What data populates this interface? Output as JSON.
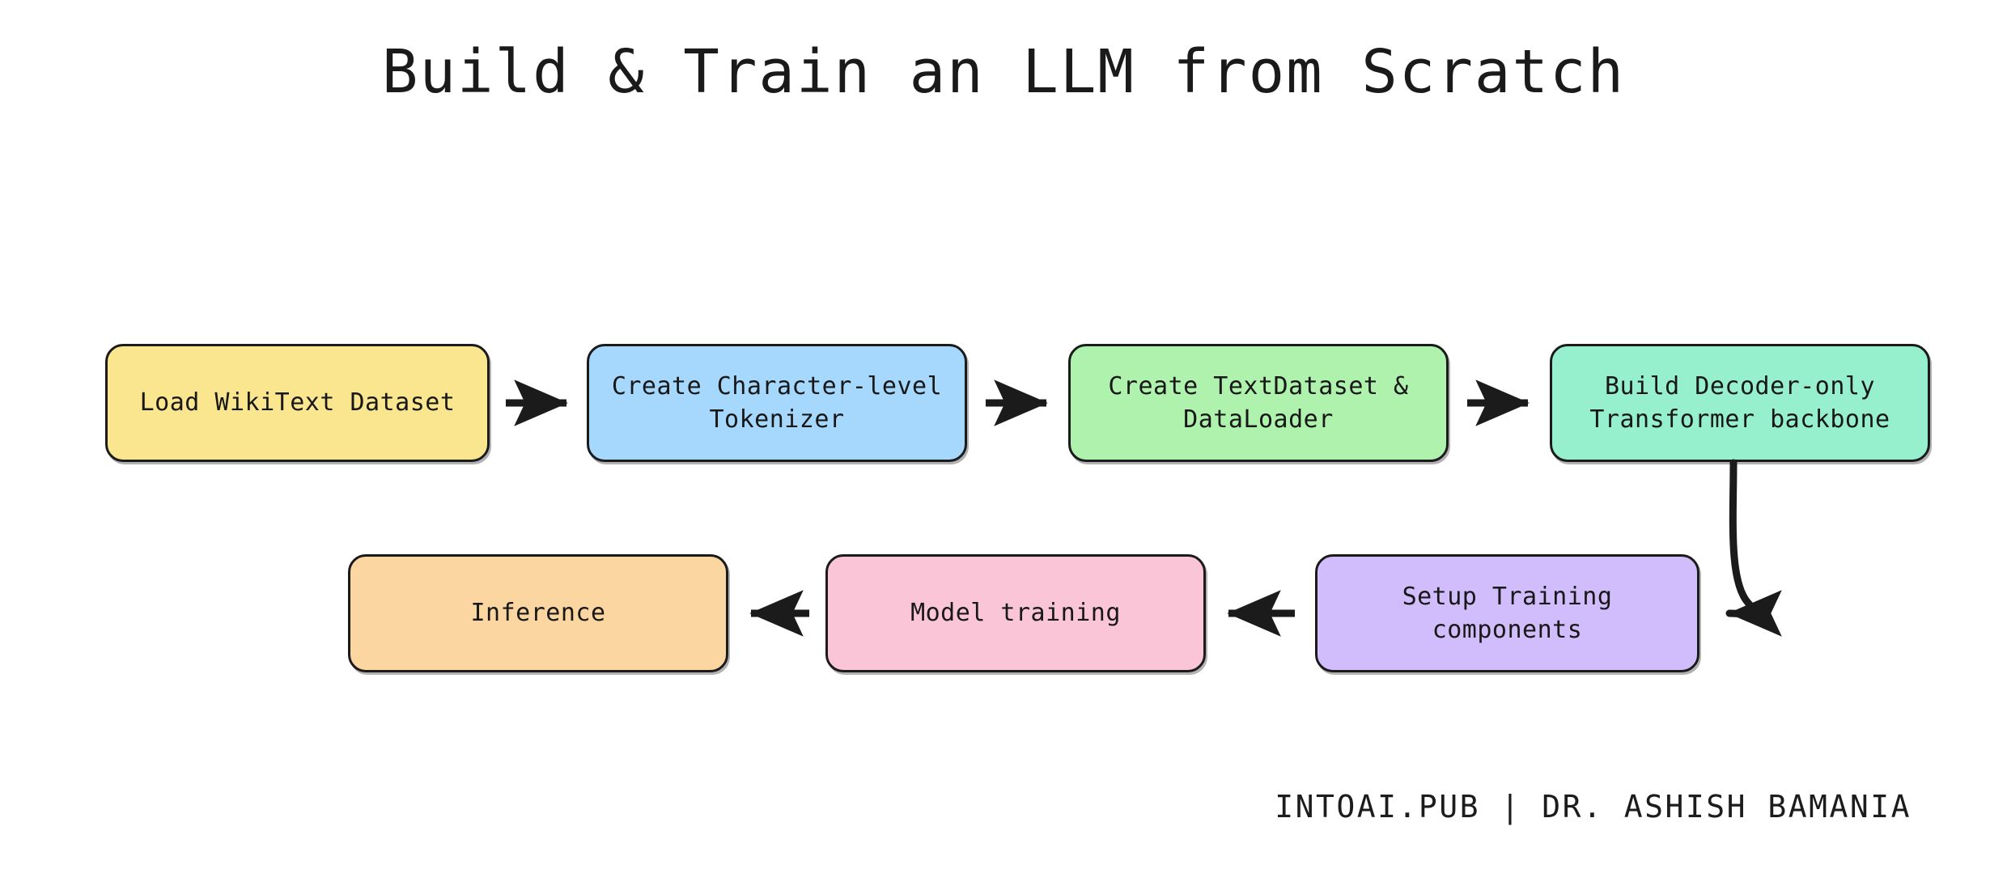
{
  "diagram": {
    "title": "Build & Train an LLM from Scratch",
    "footer": "INTOAI.PUB | DR. ASHISH BAMANIA",
    "background_color": "#ffffff",
    "stroke_color": "#1b1b1b",
    "text_color": "#181818",
    "nodes": [
      {
        "id": "load-wikitext-dataset",
        "label": "Load WikiText Dataset",
        "color": "#fae68f",
        "row": 1,
        "order": 1
      },
      {
        "id": "create-character-level-tokenizer",
        "label": "Create Character-level\nTokenizer",
        "color": "#a6d8fd",
        "row": 1,
        "order": 2
      },
      {
        "id": "create-textdataset-dataloader",
        "label": "Create TextDataset &\nDataLoader",
        "color": "#aef2ad",
        "row": 1,
        "order": 3
      },
      {
        "id": "build-decoder-only-transformer-backbone",
        "label": "Build Decoder-only\nTransformer backbone",
        "color": "#96f0ce",
        "row": 1,
        "order": 4
      },
      {
        "id": "setup-training-components",
        "label": "Setup Training components",
        "color": "#d1bdfb",
        "row": 2,
        "order": 1
      },
      {
        "id": "model-training",
        "label": "Model training",
        "color": "#fbc5d8",
        "row": 2,
        "order": 2
      },
      {
        "id": "inference",
        "label": "Inference",
        "color": "#fcd6a1",
        "row": 2,
        "order": 3
      }
    ],
    "edges": [
      {
        "id": "edge-1",
        "from": "load-wikitext-dataset",
        "to": "create-character-level-tokenizer",
        "direction": "right",
        "style": "straight"
      },
      {
        "id": "edge-2",
        "from": "create-character-level-tokenizer",
        "to": "create-textdataset-dataloader",
        "direction": "right",
        "style": "straight"
      },
      {
        "id": "edge-3",
        "from": "create-textdataset-dataloader",
        "to": "build-decoder-only-transformer-backbone",
        "direction": "right",
        "style": "straight"
      },
      {
        "id": "edge-4",
        "from": "build-decoder-only-transformer-backbone",
        "to": "setup-training-components",
        "direction": "down-left",
        "style": "curved"
      },
      {
        "id": "edge-5",
        "from": "setup-training-components",
        "to": "model-training",
        "direction": "left",
        "style": "straight"
      },
      {
        "id": "edge-6",
        "from": "model-training",
        "to": "inference",
        "direction": "left",
        "style": "straight"
      }
    ]
  }
}
